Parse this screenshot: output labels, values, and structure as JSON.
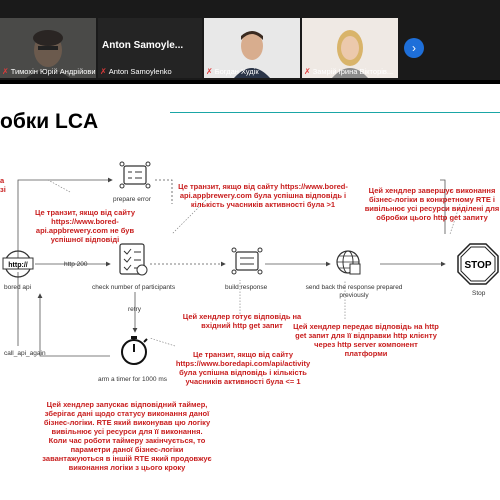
{
  "participants": [
    {
      "name": "Тимохін Юрій Андрійович"
    },
    {
      "name": "Anton Samoylenko",
      "display": "Anton Samoyle..."
    },
    {
      "name": "Богдан Худік"
    },
    {
      "name": "Замрій Ірина Вікторів..."
    }
  ],
  "slide": {
    "title": "обки LCA",
    "nodes": {
      "prepare_error": "prepare error",
      "bored_api": "bored api",
      "http_200": "http 200",
      "check": "check number of participants",
      "retry": "retry",
      "build": "build response",
      "send_back": "send back the response prepared previously",
      "stop": "Stop",
      "stop_sign": "STOP",
      "call_api_again": "call_api_again",
      "timer": "arm a timer for 1000 ms",
      "http_icon": "http://"
    },
    "notes": {
      "left_edge": "а\nзі",
      "not_success": "Це транзит, якщо від сайту https://www.bored-api.appbrewery.com не був успішної відповіді",
      "success_gt1": "Це транзит, якщо від сайту https://www.bored-api.appbrewery.com була успішна відповідь і кількість учасників активності була >1",
      "handler_finish": "Цей хендлер завершує виконання бізнес-логіки в конкретному RTE і вивільнює усі ресурси виділені для обробки цього http get запиту",
      "handler_build": "Цей хендлер готує відповідь на вхідний http get запит",
      "handler_send": "Цей хендлер передає відповідь на http get запит для її відправки http клієнту через http server компонент платформи",
      "success_le1": "Це транзит, якщо від сайту https://www.boredapi.com/api/activity була успішна відповідь і кількість учасників активності була <= 1",
      "handler_timer": "Цей хендлер запускає відповідний таймер, зберігає дані щодо статусу виконання даної бізнес-логіки. RTE який виконував цю логіку вивільнює усі ресурси для її виконання. Коли час роботи таймеру закінчується, то параметри даної бізнес-логіки завантажуються в іншій RTE який продовжує виконання логіки з цього кроку"
    }
  },
  "colors": {
    "accent_red": "#c81d1d",
    "rule_teal": "#1aa6a6",
    "mute_red": "#e03b3b",
    "next_blue": "#1e6fd9"
  }
}
